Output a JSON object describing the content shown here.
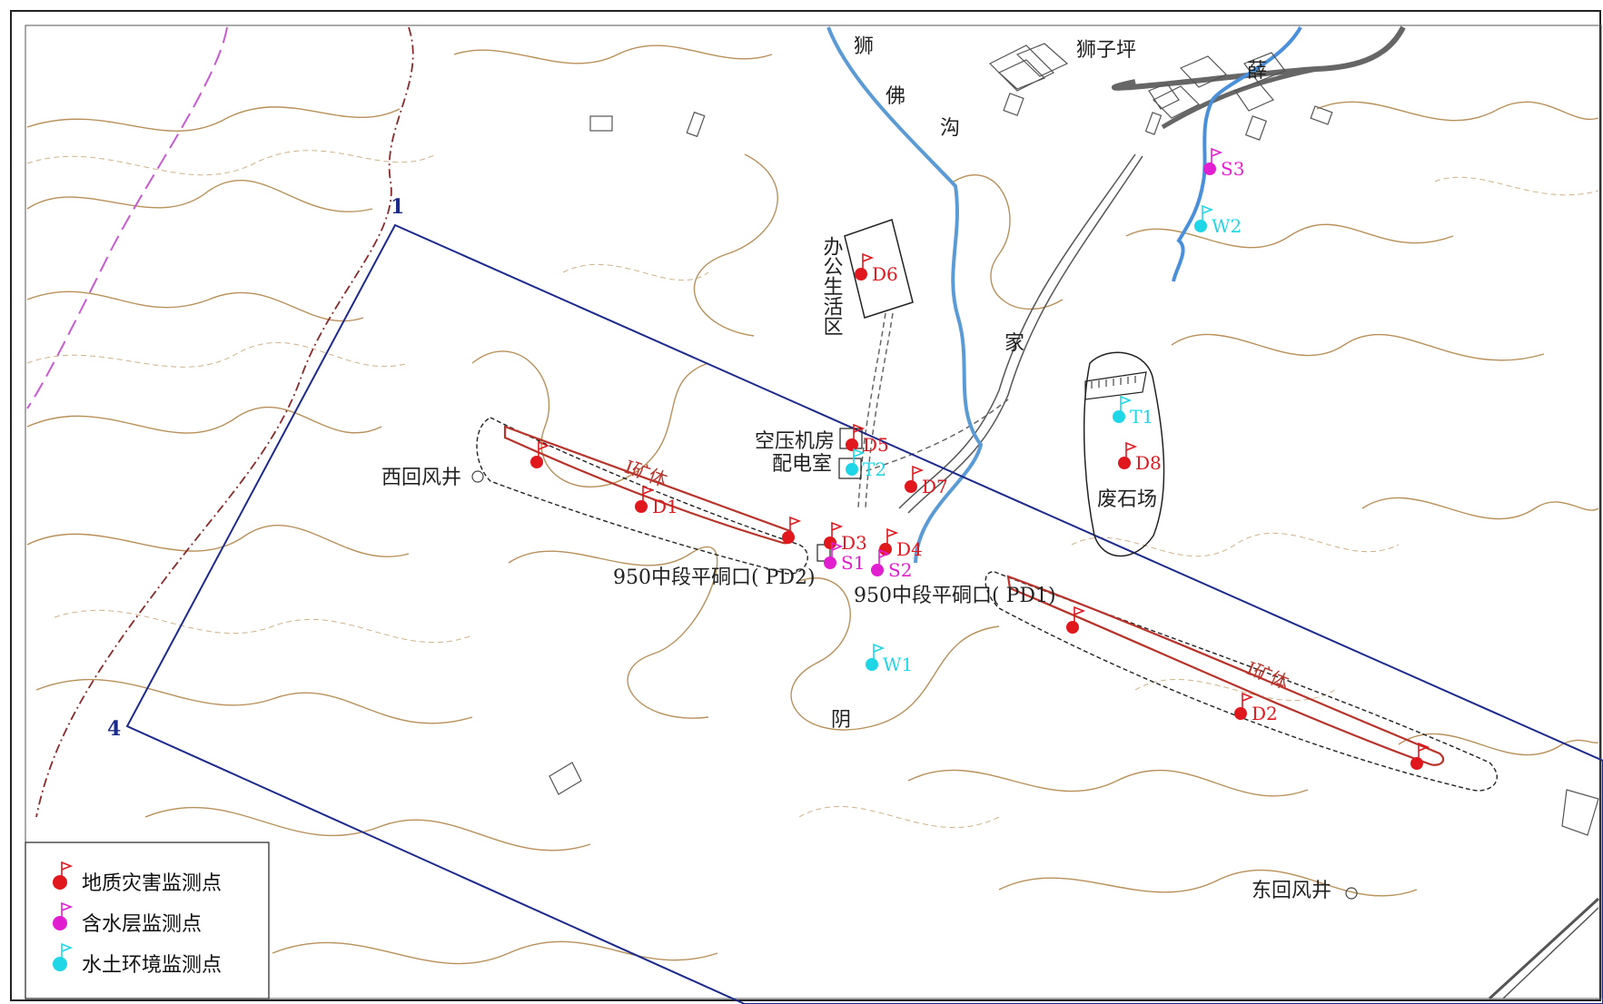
{
  "colors": {
    "geohazard": "#e0181e",
    "aquifer": "#e21fd0",
    "water_soil": "#1fd6e6",
    "boundary": "#1c2a8c",
    "stream": "#5b9bd5",
    "orebody": "#b8332a",
    "contour": "#b8905a"
  },
  "corners": [
    {
      "id": "1",
      "label": "1"
    },
    {
      "id": "4",
      "label": "4"
    }
  ],
  "place_labels": {
    "shi_top": "狮",
    "shizi_ping": "狮子坪",
    "xue": "薛",
    "fo": "佛",
    "gou": "沟",
    "jia": "家",
    "yin": "阴",
    "office_area": "办公生活区",
    "compressor_room": "空压机房",
    "power_room": "配电室",
    "west_shaft": "西回风井",
    "east_shaft": "东回风井",
    "waste_yard": "废石场",
    "adit_pd2": "950中段平硐口(  PD2)",
    "adit_pd1": "950中段平硐口(  PD1)",
    "orebody_west": "Ⅰ矿体",
    "orebody_east": "Ⅰ矿体"
  },
  "markers": [
    {
      "id": "d1",
      "label": "D1",
      "type": "geohazard"
    },
    {
      "id": "d2",
      "label": "D2",
      "type": "geohazard"
    },
    {
      "id": "d3",
      "label": "D3",
      "type": "geohazard"
    },
    {
      "id": "d4",
      "label": "D4",
      "type": "geohazard"
    },
    {
      "id": "d5",
      "label": "D5",
      "type": "geohazard"
    },
    {
      "id": "d6",
      "label": "D6",
      "type": "geohazard"
    },
    {
      "id": "d7",
      "label": "D7",
      "type": "geohazard"
    },
    {
      "id": "d8",
      "label": "D8",
      "type": "geohazard"
    },
    {
      "id": "s1",
      "label": "S1",
      "type": "aquifer"
    },
    {
      "id": "s2",
      "label": "S2",
      "type": "aquifer"
    },
    {
      "id": "s3",
      "label": "S3",
      "type": "aquifer"
    },
    {
      "id": "t1",
      "label": "T1",
      "type": "water_soil"
    },
    {
      "id": "t2",
      "label": "T2",
      "type": "water_soil"
    },
    {
      "id": "w1",
      "label": "W1",
      "type": "water_soil"
    },
    {
      "id": "w2",
      "label": "W2",
      "type": "water_soil"
    },
    {
      "id": "ore-w1",
      "label": "",
      "type": "geohazard"
    },
    {
      "id": "ore-w2",
      "label": "",
      "type": "geohazard"
    },
    {
      "id": "ore-e1",
      "label": "",
      "type": "geohazard"
    },
    {
      "id": "ore-e2",
      "label": "",
      "type": "geohazard"
    }
  ],
  "legend": {
    "items": [
      {
        "label": "地质灾害监测点",
        "type": "geohazard"
      },
      {
        "label": "含水层监测点",
        "type": "aquifer"
      },
      {
        "label": "水土环境监测点",
        "type": "water_soil"
      }
    ]
  }
}
